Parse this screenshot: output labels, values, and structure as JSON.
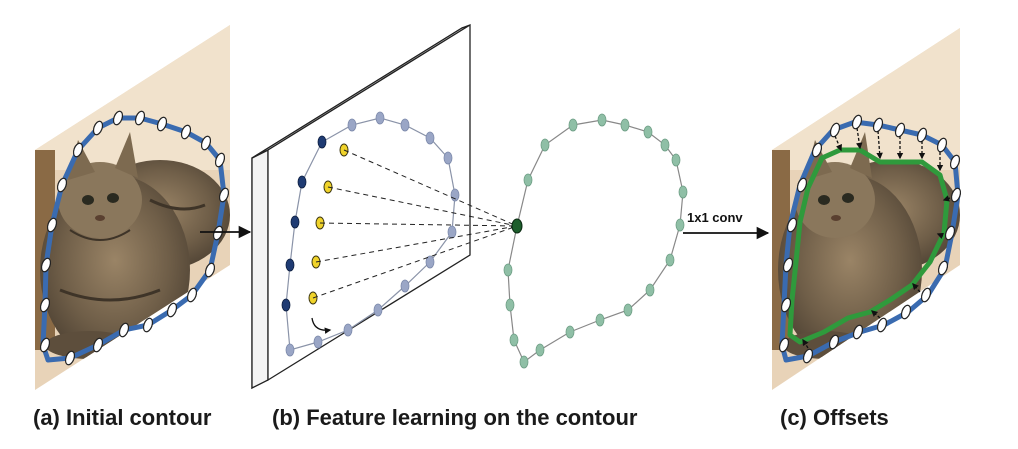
{
  "captions": {
    "a": "(a) Initial contour",
    "b": "(b) Feature learning on the contour",
    "c": "(c) Offsets"
  },
  "labels": {
    "conv": "1x1 conv"
  },
  "colors": {
    "initial_contour": "#3a6bb0",
    "refined_contour": "#2f9a3c",
    "feature_dot": "#9aa6c6",
    "dark_dot": "#1f3b73",
    "yellow_dot": "#f0d32a",
    "green_dot": "#8fbfa6",
    "center_dot": "#1d5e2c",
    "fur": "#7a6850",
    "background_wall": "#e8d3b8"
  },
  "icons": [
    "cat-photo",
    "vertex-marker",
    "arrow-right",
    "curved-arrow",
    "offset-arrow"
  ]
}
